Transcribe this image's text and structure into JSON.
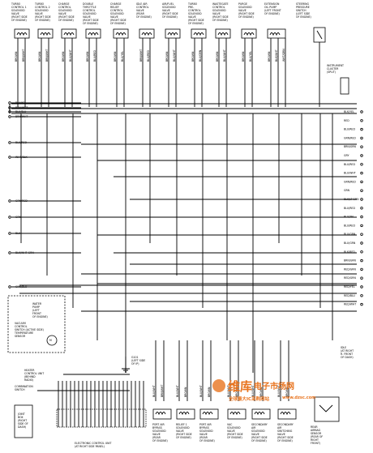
{
  "top_components": [
    {
      "lines": [
        "TURBO",
        "CONTROL 1",
        "SOLENOID",
        "VALVE",
        "(RIGHT SIDE",
        "OF ENGINE)"
      ],
      "pins": [
        "BROWN",
        "BRN/WHT"
      ]
    },
    {
      "lines": [
        "TURBO",
        "CONTROL 2",
        "SOLENOID",
        "VALVE",
        "(RIGHT SIDE",
        "OF ENGINE)"
      ],
      "pins": [
        "BROWN",
        "BRN/WHT"
      ]
    },
    {
      "lines": [
        "CHARGE",
        "CONTROL",
        "SOLENOID",
        "VALVE",
        "(RIGHT SIDE",
        "OF ENGINE)"
      ],
      "pins": [
        "BROWN",
        "BLU/WHT"
      ]
    },
    {
      "lines": [
        "DOUBLE",
        "THROTTLE",
        "CONTROL",
        "SOLENOID",
        "VALVE",
        "(RIGHT SIDE",
        "OF ENGINE)"
      ],
      "pins": [
        "BROWN",
        "BLU/RED"
      ]
    },
    {
      "lines": [
        "CHARGE",
        "RELIEF",
        "CONTROL",
        "SOLENOID",
        "VALVE",
        "(RIGHT SIDE",
        "OF ENGINE)"
      ],
      "pins": [
        "BROWN",
        "BLU/YEL"
      ]
    },
    {
      "lines": [
        "IDLE AIR",
        "CONTROL",
        "VALVE",
        "(REAR",
        "OF ENGINE)"
      ],
      "pins": [
        "BRN/WHT",
        "BLU/RED"
      ]
    },
    {
      "lines": [
        "AIR/FUEL",
        "SOLENOID",
        "VALVE",
        "(RIGHT SIDE",
        "OF ENGINE)"
      ],
      "pins": [
        "BROWN",
        "BLU/WHT"
      ]
    },
    {
      "lines": [
        "TURBO",
        "PRE-",
        "CONTROL",
        "SOLENOID",
        "VALVE",
        "(RIGHT SIDE",
        "OF ENGINE)"
      ],
      "pins": [
        "BROWN",
        "BLU/GRN"
      ]
    },
    {
      "lines": [
        "WASTEGATE",
        "CONTROL",
        "SOLENOID",
        "VALVE",
        "(RIGHT SIDE",
        "OF ENGINE)"
      ],
      "pins": [
        "BROWN",
        "BLU/WHT"
      ]
    },
    {
      "lines": [
        "PURGE",
        "SOLENOID",
        "VALVE",
        "(RIGHT SIDE",
        "OF ENGINE)"
      ],
      "pins": [
        "BROWN",
        "BLU/YEL"
      ]
    },
    {
      "lines": [
        "EXTENSION",
        "OIL PUMP",
        "(LEFT FRONT",
        "OF ENGINE)"
      ],
      "pins": [
        "BROWN",
        "BLK/WHT",
        "WHT/GRN"
      ]
    },
    {
      "lines": [
        "STEERING",
        "PRESSURE",
        "SWITCH",
        "(LEFT SIDE",
        "OF ENGINE)"
      ],
      "pins": []
    }
  ],
  "instrument_cluster": [
    "INSTRUMENT",
    "CLUSTER",
    "(SPLIT)"
  ],
  "left_wire_labels": [
    "BLU/YEL",
    "BRN/WHT",
    "BLU/BLU",
    "BRN/WHT",
    "BLU/RED",
    "WHT/BLK",
    "GRN/RED",
    "GRN",
    "BLU",
    "BLK/WHT GRN",
    "GRN/BLU"
  ],
  "right_wire_labels": [
    "BLK/YEL",
    "RED",
    "BLU/RED",
    "GRN/RED",
    "BRN/GRN",
    "GRY",
    "BLU/RED",
    "BLU/WHT",
    "GRN/RED",
    "GRN",
    "BLK/LT GRN",
    "BLU/RED",
    "BLU/YEL",
    "BLU/RED",
    "BLU/GRN",
    "BLU/GRN",
    "BLK/RED",
    "BRN/GRN",
    "RED/GRN",
    "RED/GRN",
    "RED/YEL",
    "RED/BLU",
    "RED/WHT"
  ],
  "vacuum_unit": [
    "WATER",
    "PUMP",
    "(LEFT",
    "FRONT",
    "OF ENGINE)"
  ],
  "vacuum_labels": [
    "VACUUM",
    "CONTROL",
    "SWITCH (ACTIVE SIDE)",
    "TEMPERATURE",
    "SENSOR"
  ],
  "heater_labels": [
    "HEATER",
    "CONTROL UNIT",
    "(BEHIND",
    "RADIO)"
  ],
  "combination_switch": [
    "COMBINATION",
    "SWITCH"
  ],
  "joint_box": [
    "JOINT",
    "BOX",
    "(RIGHT",
    "SIDE OF",
    "DASH)"
  ],
  "ground_label": [
    "G101",
    "(LEFT SIDE",
    "OF IP)"
  ],
  "bottom_components": [
    {
      "lines": [
        "PORT AIR",
        "BYPASS",
        "SOLENOID",
        "VALVE",
        "(REAR",
        "OF ENGINE)"
      ],
      "pins": [
        "BLU/WHT",
        "BRN/WHT"
      ]
    },
    {
      "lines": [
        "RELIEF 1",
        "SOLENOID",
        "VALVE",
        "(RIGHT SIDE",
        "OF ENGINE)"
      ],
      "pins": [
        "BLU/WHT",
        "BROWN"
      ]
    },
    {
      "lines": [
        "PORT AIR",
        "BYPASS",
        "SOLENOID",
        "VALVE",
        "(REAR",
        "OF ENGINE)"
      ],
      "pins": [
        "BLU/WHT",
        "BROWN"
      ]
    },
    {
      "lines": [
        "VAC",
        "SOLENOID",
        "VALVE",
        "(RIGHT SIDE",
        "OF ENGINE)"
      ],
      "pins": [
        "BLU/WHT",
        "BROWN"
      ]
    },
    {
      "lines": [
        "SECONDARY",
        "AIR",
        "SOLENOID",
        "VALVE",
        "(RIGHT SIDE",
        "OF ENGINE)"
      ],
      "pins": [
        "BLU/WHT",
        "BROWN"
      ]
    },
    {
      "lines": [
        "SECONDARY",
        "AIR",
        "SWITCHING",
        "VALVE",
        "(RIGHT SIDE",
        "OF ENGINE)"
      ],
      "pins": [
        "BLU/WHT",
        "BROWN"
      ]
    }
  ],
  "idle_relay": [
    "IDLE",
    "(AT RIGHT",
    "R. FRONT",
    "OF DASH)"
  ],
  "rear_sensor": [
    "REAR",
    "AIRBAG",
    "SENSOR",
    "(REAR OF",
    "RIGHT",
    "FRONT)"
  ],
  "ecu_label": [
    "ELECTRONIC CONTROL UNIT",
    "(AT RIGHT SIDE PANEL)"
  ],
  "watermark": {
    "brand": "维库",
    "mid": "电子市场网",
    "url": "www.dzsc.com",
    "sub": "全球最大IC采购网站"
  },
  "colors": {
    "line": "#000000",
    "watermark": "#e8741f",
    "background": "#ffffff"
  }
}
